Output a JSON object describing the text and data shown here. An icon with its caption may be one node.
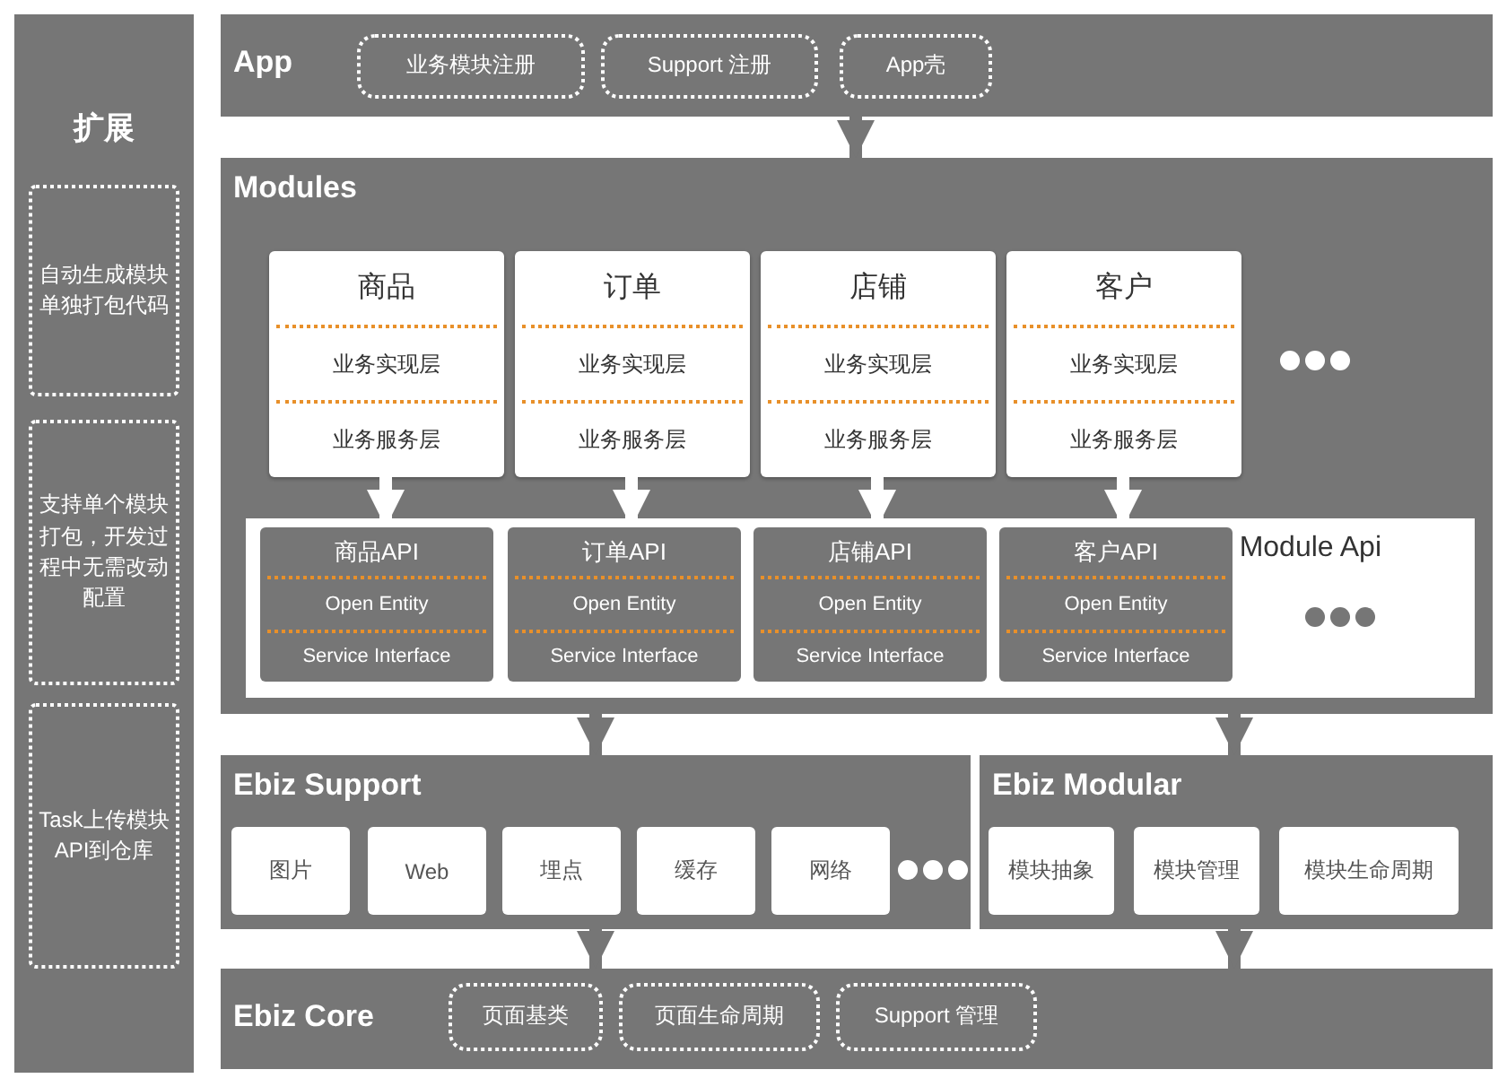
{
  "diagram": {
    "nodes": [
      {
        "text": [
          "扩展"
        ]
      },
      {
        "text": [
          "自动生成模块单独打包代码"
        ],
        "in": 0
      },
      {
        "text": [
          "支持单个模块打包，开发过程中无需改动配置"
        ],
        "in": 0
      },
      {
        "text": [
          "Task上传模块API到仓库"
        ],
        "in": 0
      },
      {
        "text": [
          "App"
        ]
      },
      {
        "text": [
          "业务模块注册"
        ],
        "in": 4
      },
      {
        "text": [
          "Support 注册"
        ],
        "in": 4
      },
      {
        "text": [
          "App壳"
        ],
        "in": 4
      },
      {
        "text": [
          "Modules"
        ]
      },
      {
        "text": [
          "商品",
          "业务实现层",
          "业务服务层"
        ],
        "in": 8
      },
      {
        "text": [
          "订单",
          "业务实现层",
          "业务服务层"
        ],
        "in": 8
      },
      {
        "text": [
          "店铺",
          "业务实现层",
          "业务服务层"
        ],
        "in": 8
      },
      {
        "text": [
          "客户",
          "业务实现层",
          "业务服务层"
        ],
        "in": 8
      },
      {
        "text": [
          "Module Api"
        ],
        "in": 8
      },
      {
        "text": [
          "商品API",
          "Open Entity",
          "Service Interface"
        ],
        "in": 13
      },
      {
        "text": [
          "订单API",
          "Open Entity",
          "Service Interface"
        ],
        "in": 13
      },
      {
        "text": [
          "店铺API",
          "Open Entity",
          "Service Interface"
        ],
        "in": 13
      },
      {
        "text": [
          "客户API",
          "Open Entity",
          "Service Interface"
        ],
        "in": 13
      },
      {
        "text": [
          "Ebiz Support"
        ]
      },
      {
        "text": [
          "图片"
        ],
        "in": 18
      },
      {
        "text": [
          "Web"
        ],
        "in": 18
      },
      {
        "text": [
          "埋点"
        ],
        "in": 18
      },
      {
        "text": [
          "缓存"
        ],
        "in": 18
      },
      {
        "text": [
          "网络"
        ],
        "in": 18
      },
      {
        "text": [
          "Ebiz Modular"
        ]
      },
      {
        "text": [
          "模块抽象"
        ],
        "in": 24
      },
      {
        "text": [
          "模块管理"
        ],
        "in": 24
      },
      {
        "text": [
          "模块生命周期"
        ],
        "in": 24
      },
      {
        "text": [
          "Ebiz Core"
        ]
      },
      {
        "text": [
          "页面基类"
        ],
        "in": 28
      },
      {
        "text": [
          "页面生命周期"
        ],
        "in": 28
      },
      {
        "text": [
          "Support 管理"
        ],
        "in": 28
      }
    ],
    "edges": [
      {
        "from": 4,
        "to": 8,
        "arrow": "to"
      },
      {
        "from": 9,
        "to": 14,
        "arrow": "to",
        "color": "#ffffff"
      },
      {
        "from": 10,
        "to": 15,
        "arrow": "to",
        "color": "#ffffff"
      },
      {
        "from": 11,
        "to": 16,
        "arrow": "to",
        "color": "#ffffff"
      },
      {
        "from": 12,
        "to": 17,
        "arrow": "to",
        "color": "#ffffff"
      },
      {
        "from": 8,
        "to": 18,
        "arrow": "to"
      },
      {
        "from": 8,
        "to": 24,
        "arrow": "to"
      },
      {
        "from": 18,
        "to": 28,
        "arrow": "to"
      },
      {
        "from": 24,
        "to": 28,
        "arrow": "to"
      }
    ]
  }
}
